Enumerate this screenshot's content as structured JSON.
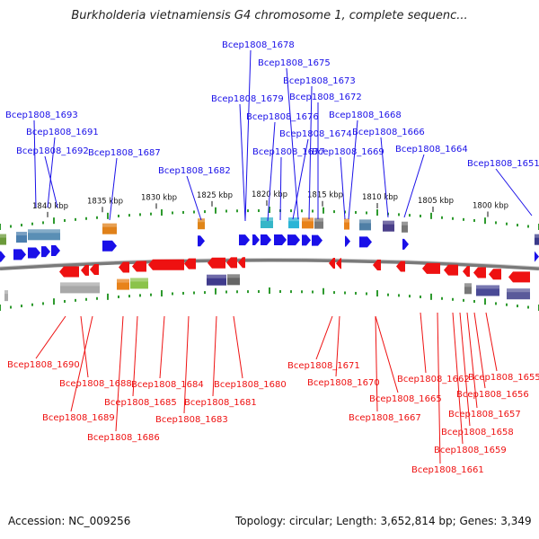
{
  "title": "Burkholderia vietnamiensis G4 chromosome 1, complete sequenc...",
  "footer": {
    "accession": "Accession: NC_009256",
    "summary": "Topology: circular; Length: 3,652,814 bp; Genes: 3,349"
  },
  "colors": {
    "forward": "#1a10e8",
    "reverse": "#ee1111",
    "backbone": "#888888",
    "ticks": "#2e9a2e"
  },
  "scale": {
    "labels": [
      "1840 kbp",
      "1835 kbp",
      "1830 kbp",
      "1825 kbp",
      "1820 kbp",
      "1815 kbp",
      "1810 kbp",
      "1805 kbp",
      "1800 kbp"
    ]
  },
  "forward_genes": [
    "Bcep1808_1693",
    "Bcep1808_1691",
    "Bcep1808_1692",
    "Bcep1808_1687",
    "Bcep1808_1682",
    "Bcep1808_1678",
    "Bcep1808_1679",
    "Bcep1808_1676",
    "Bcep1808_1675",
    "Bcep1808_1677",
    "Bcep1808_1673",
    "Bcep1808_1672",
    "Bcep1808_1674",
    "Bcep1808_1668",
    "Bcep1808_1669",
    "Bcep1808_1666",
    "Bcep1808_1664",
    "Bcep1808_1651"
  ],
  "reverse_genes": [
    "Bcep1808_1690",
    "Bcep1808_1688",
    "Bcep1808_1689",
    "Bcep1808_1685",
    "Bcep1808_1686",
    "Bcep1808_1684",
    "Bcep1808_1683",
    "Bcep1808_1681",
    "Bcep1808_1680",
    "Bcep1808_1671",
    "Bcep1808_1670",
    "Bcep1808_1665",
    "Bcep1808_1667",
    "Bcep1808_1662",
    "Bcep1808_1661",
    "Bcep1808_1659",
    "Bcep1808_1658",
    "Bcep1808_1657",
    "Bcep1808_1656",
    "Bcep1808_1655"
  ]
}
